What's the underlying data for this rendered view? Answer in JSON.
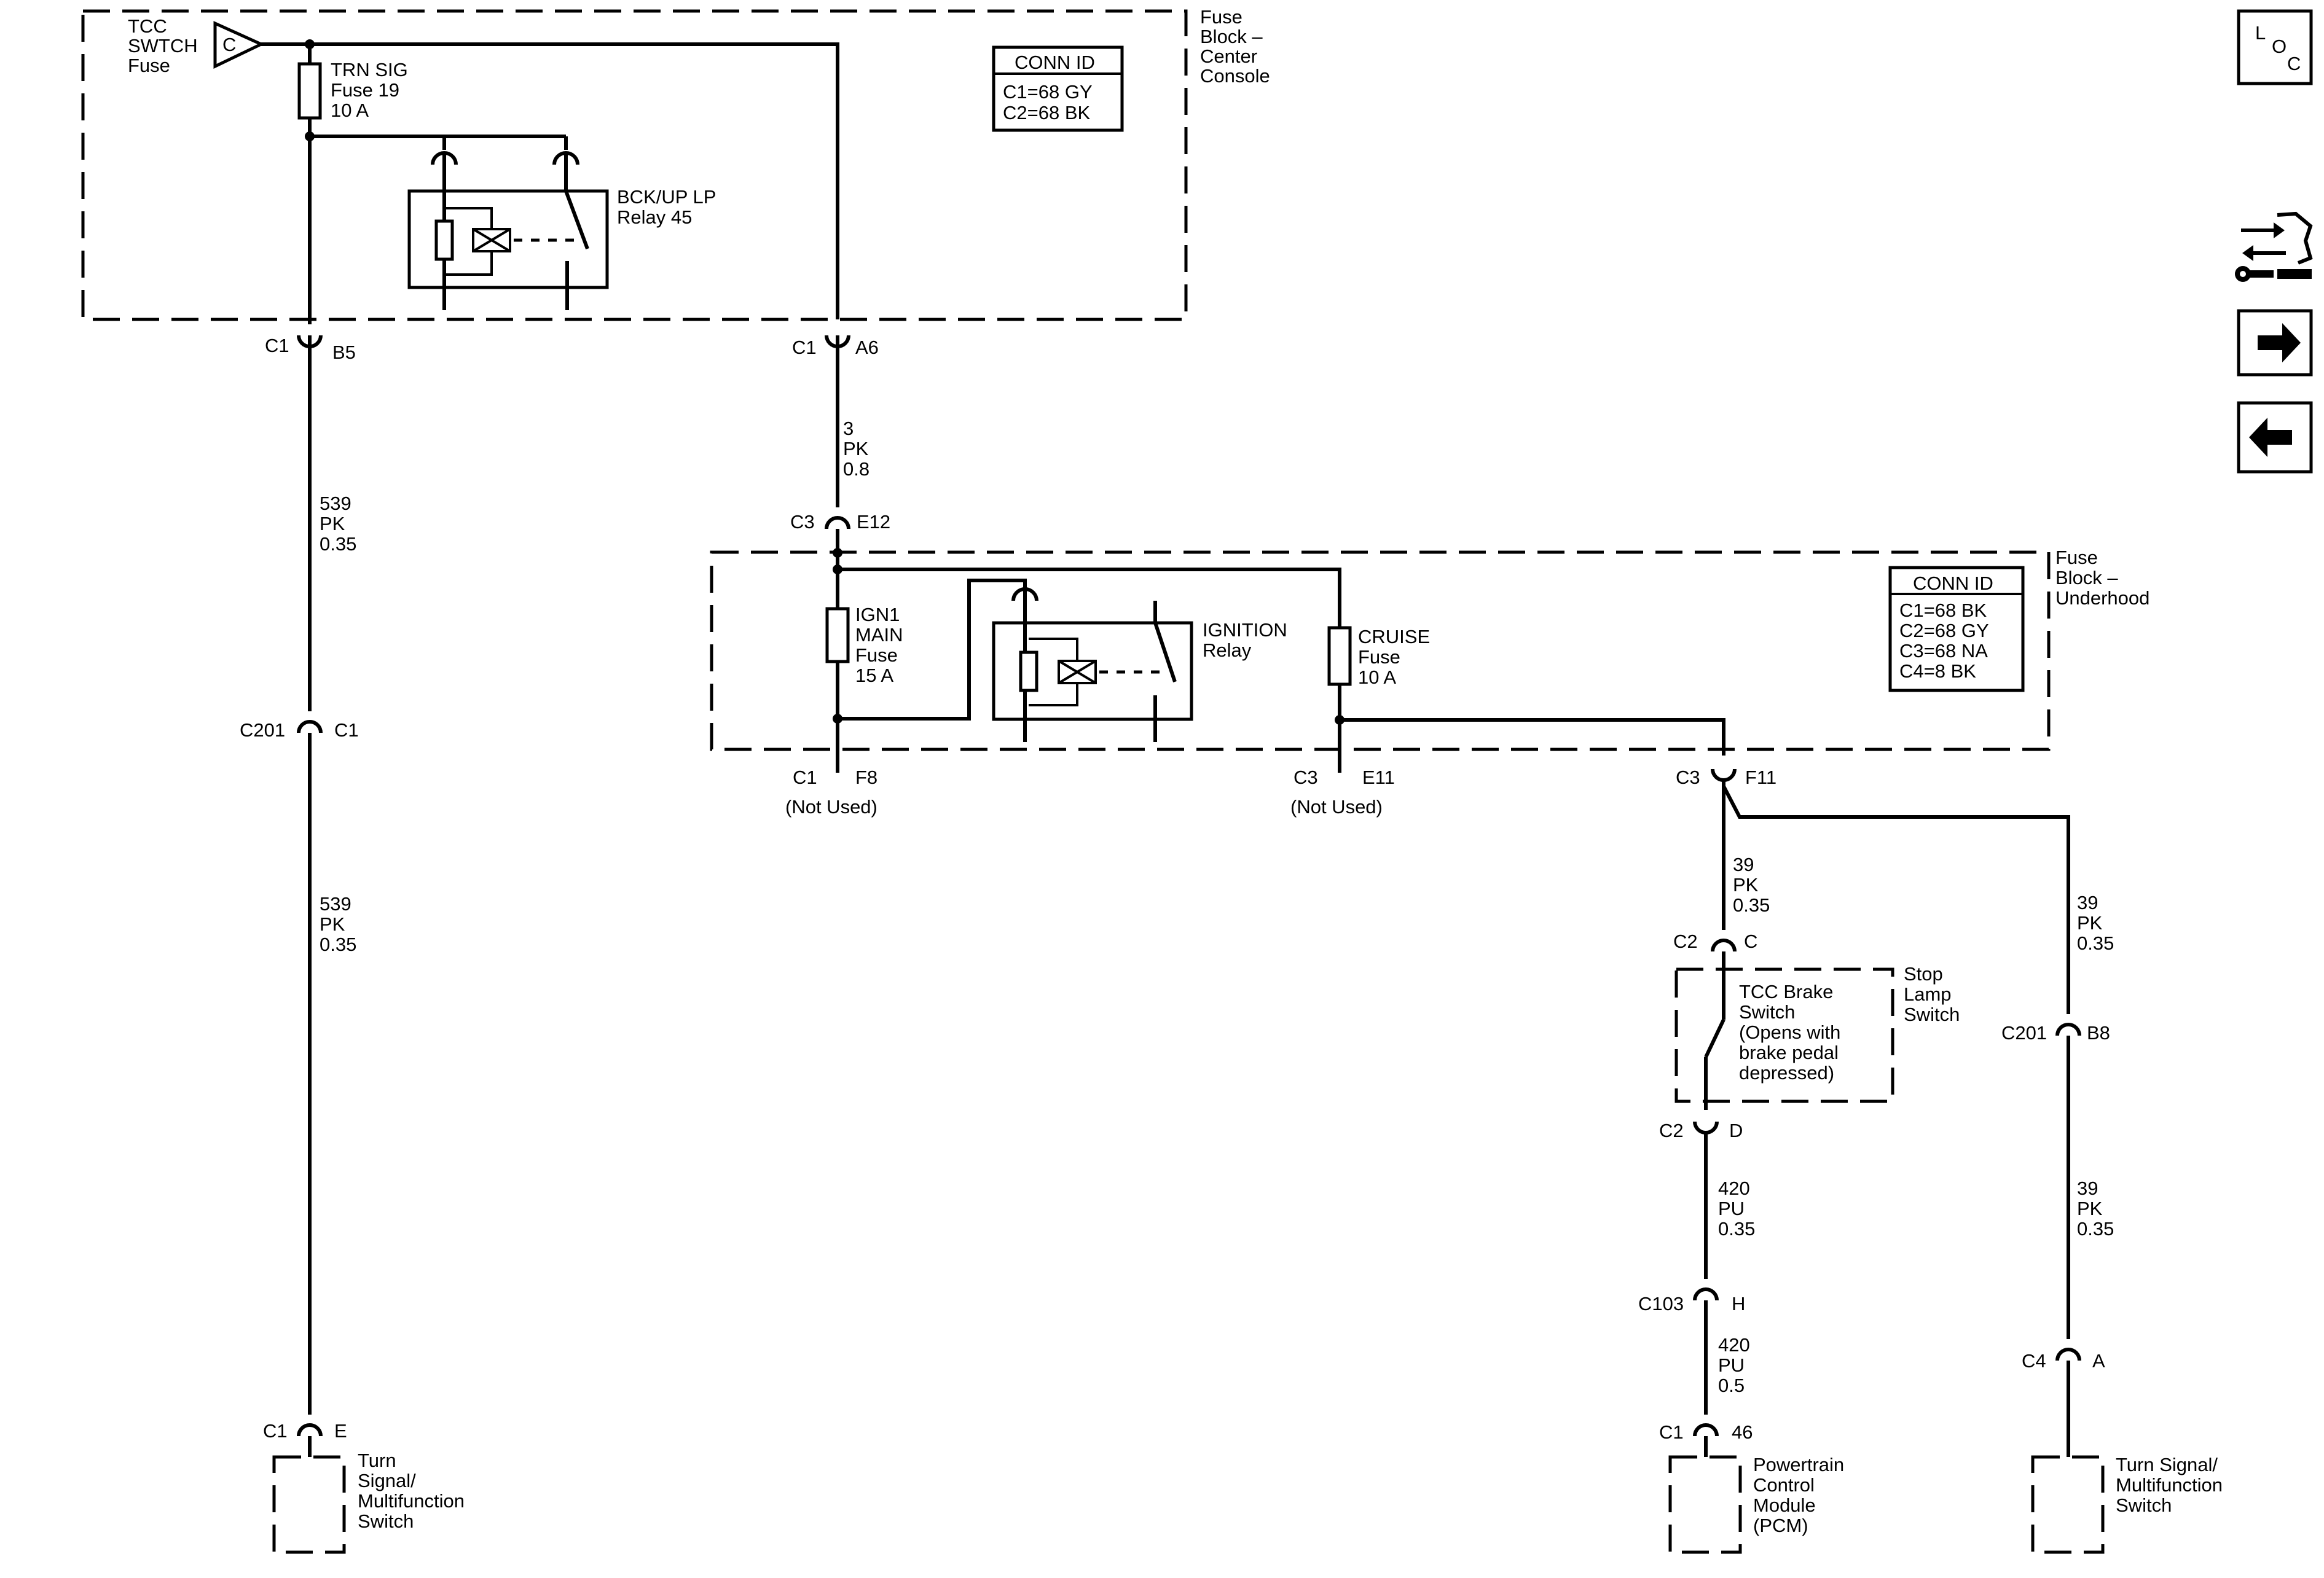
{
  "blocks": {
    "center": {
      "title": [
        "Fuse",
        "Block –",
        "Center",
        "Console"
      ],
      "conn_title": "CONN ID",
      "conn": [
        "C1=68 GY",
        "C2=68 BK"
      ]
    },
    "underhood": {
      "title": [
        "Fuse",
        "Block –",
        "Underhood"
      ],
      "conn_title": "CONN ID",
      "conn": [
        "C1=68 BK",
        "C2=68 GY",
        "C3=68 NA",
        "C4=8 BK"
      ]
    }
  },
  "labels": {
    "tcc_fuse": [
      "TCC",
      "SWTCH",
      "Fuse"
    ],
    "tcc_fuse_letter": "C",
    "trn_sig": [
      "TRN SIG",
      "Fuse 19",
      "10 A"
    ],
    "bckup": [
      "BCK/UP LP",
      "Relay 45"
    ],
    "ign1": [
      "IGN1",
      "MAIN",
      "Fuse",
      "15 A"
    ],
    "ignition": [
      "IGNITION",
      "Relay"
    ],
    "cruise": [
      "CRUISE",
      "Fuse",
      "10 A"
    ],
    "not_used": "(Not Used)",
    "tcc_brake": [
      "TCC Brake",
      "Switch",
      "(Opens with",
      "brake pedal",
      "depressed)"
    ],
    "stop_lamp": [
      "Stop",
      "Lamp",
      "Switch"
    ],
    "turn_left": [
      "Turn",
      "Signal/",
      "Multifunction",
      "Switch"
    ],
    "pcm": [
      "Powertrain",
      "Control",
      "Module",
      "(PCM)"
    ],
    "turn_right": [
      "Turn Signal/",
      "Multifunction",
      "Switch"
    ]
  },
  "connectors": {
    "c1_b5": [
      "C1",
      "B5"
    ],
    "c1_a6": [
      "C1",
      "A6"
    ],
    "c3_e12": [
      "C3",
      "E12"
    ],
    "c201_c1": [
      "C201",
      "C1"
    ],
    "c1_f8": [
      "C1",
      "F8"
    ],
    "c3_e11": [
      "C3",
      "E11"
    ],
    "c3_f11": [
      "C3",
      "F11"
    ],
    "c2_c": [
      "C2",
      "C"
    ],
    "c201_b8": [
      "C201",
      "B8"
    ],
    "c2_d": [
      "C2",
      "D"
    ],
    "c103_h": [
      "C103",
      "H"
    ],
    "c4_a": [
      "C4",
      "A"
    ],
    "c1_e": [
      "C1",
      "E"
    ],
    "c1_46": [
      "C1",
      "46"
    ]
  },
  "wires": {
    "w3": [
      "3",
      "PK",
      "0.8"
    ],
    "w539a": [
      "539",
      "PK",
      "0.35"
    ],
    "w539b": [
      "539",
      "PK",
      "0.35"
    ],
    "w39a": [
      "39",
      "PK",
      "0.35"
    ],
    "w39b": [
      "39",
      "PK",
      "0.35"
    ],
    "w39c": [
      "39",
      "PK",
      "0.35"
    ],
    "w420a": [
      "420",
      "PU",
      "0.35"
    ],
    "w420b": [
      "420",
      "PU",
      "0.5"
    ]
  },
  "nav": {
    "loc_l": "L",
    "loc_o": "O",
    "loc_c": "C",
    "icons": [
      "loc-icon",
      "connector-tools-icon",
      "next-arrow-icon",
      "previous-arrow-icon"
    ]
  }
}
